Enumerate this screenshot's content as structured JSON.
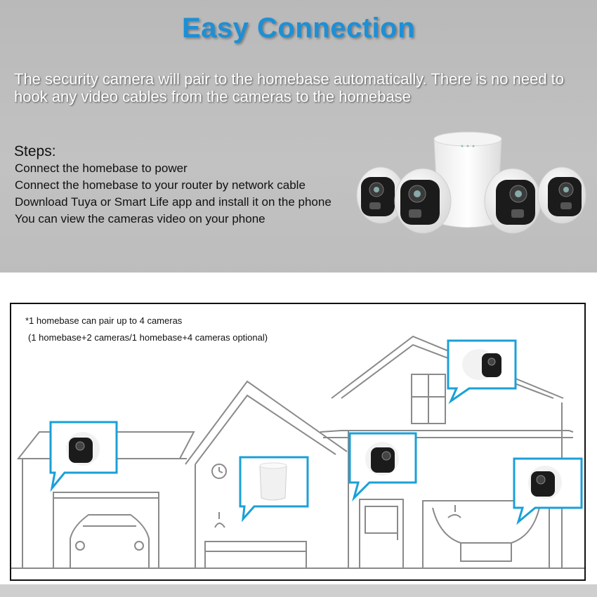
{
  "header": {
    "title": "Easy Connection",
    "intro": "The security camera will pair to the homebase automatically. There is no need to hook any video cables from the cameras to the homebase"
  },
  "steps": {
    "heading": "Steps:",
    "items": [
      "Connect the homebase to power",
      "Connect the homebase to your router by network cable",
      "Download Tuya or Smart Life app and install it on the phone",
      "You can view the cameras video on your phone"
    ]
  },
  "diagram": {
    "note_line1": "*1 homebase can pair up to 4 cameras",
    "note_line2": "(1 homebase+2 cameras/1 homebase+4 cameras optional)"
  },
  "colors": {
    "title": "#1d8fd6",
    "callout_border": "#1aa0d8",
    "sketch_line": "#8a8a8a"
  }
}
